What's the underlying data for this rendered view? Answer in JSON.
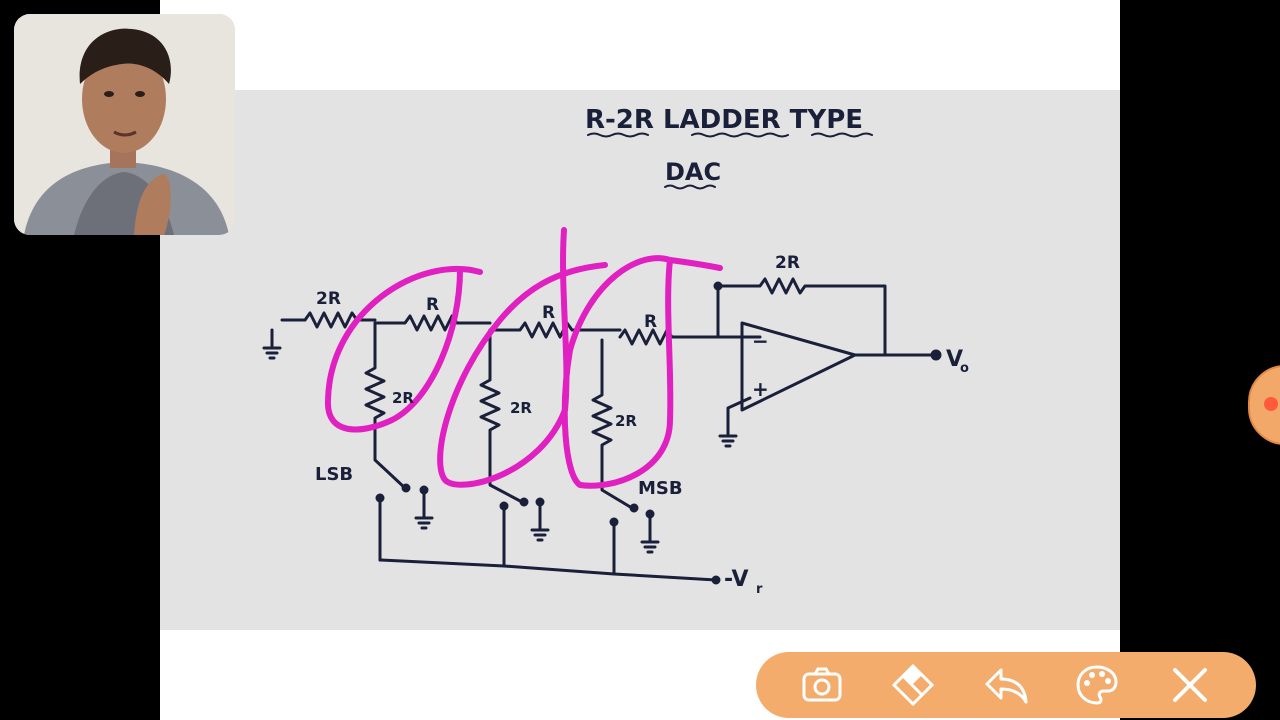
{
  "whiteboard": {
    "title_line1": "R-2R LADDER TYPE",
    "title_line2": "DAC",
    "labels": {
      "r_2r_left": "2R",
      "r1": "R",
      "r2": "R",
      "r3": "R",
      "r_feedback": "2R",
      "r_branch1": "2R",
      "r_branch2": "2R",
      "r_branch3": "2R",
      "lsb": "LSB",
      "msb": "MSB",
      "vo": "V",
      "vo_sub": "o",
      "vref": "-V",
      "vref_sub": "r",
      "opamp_minus": "−",
      "opamp_plus": "+"
    },
    "ink_color": "#1a1f3a",
    "highlight_color": "#e020c0"
  },
  "toolbar": {
    "buttons": [
      "camera",
      "eraser",
      "undo",
      "palette",
      "close"
    ],
    "bg_color": "#f3ac6c"
  }
}
